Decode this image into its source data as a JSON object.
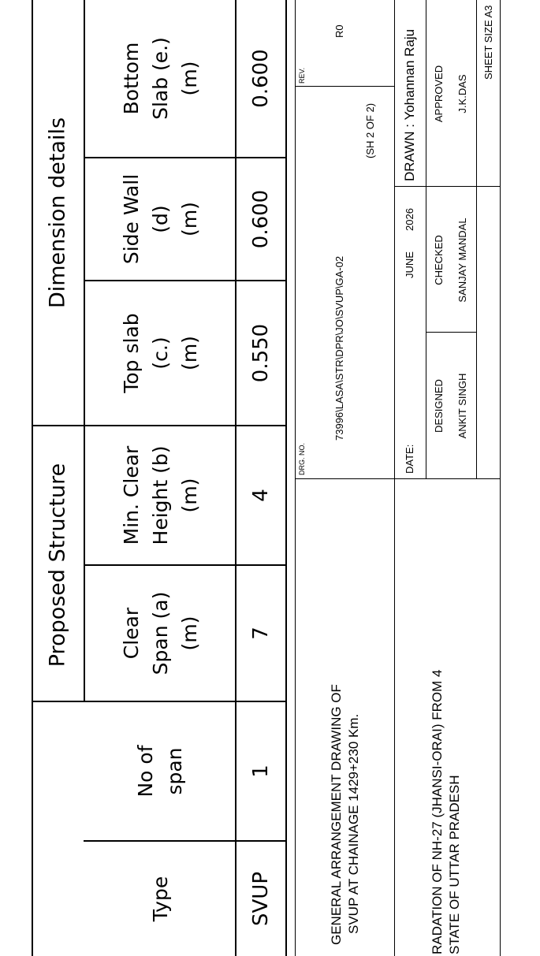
{
  "table": {
    "group_headers": {
      "proposed": "Proposed Structure",
      "dimension": "Dimension details"
    },
    "columns": [
      {
        "lines": [
          "Type"
        ]
      },
      {
        "lines": [
          "No of",
          "span"
        ]
      },
      {
        "lines": [
          "Clear",
          "Span (a)",
          "(m)"
        ]
      },
      {
        "lines": [
          "Min. Clear",
          "Height (b)",
          "(m)"
        ]
      },
      {
        "lines": [
          "Top slab",
          "(c.)",
          "(m)"
        ]
      },
      {
        "lines": [
          "Side Wall",
          "(d)",
          "(m)"
        ]
      },
      {
        "lines": [
          "Bottom",
          "Slab (e.)",
          "(m)"
        ]
      }
    ],
    "row": [
      "SVUP",
      "1",
      "7",
      "4",
      "0.550",
      "0.600",
      "0.600"
    ]
  },
  "title_block": {
    "drawing_title_1": "GENERAL ARRANGEMENT DRAWING OF",
    "drawing_title_2": "SVUP  AT CHAINAGE 1429+230 Km.",
    "project_1": "RADATION OF NH-27 (JHANSI-ORAI) FROM 4",
    "project_2": "STATE OF UTTAR PRADESH",
    "drg_no_label": "DRG. NO.",
    "drg_no": "73996\\LASA\\STR\\DPR\\JO\\SVUP\\GA-02",
    "sheet": "(SH 2 OF 2)",
    "rev_label": "REV.",
    "rev": "R0",
    "date_label": "DATE:",
    "date_month": "JUNE",
    "date_year": "2026",
    "drawn": "DRAWN : Yohannan Raju",
    "designed_label": "DESIGNED",
    "designed_by": "ANKIT SINGH",
    "checked_label": "CHECKED",
    "checked_by": "SANJAY MANDAL",
    "approved_label": "APPROVED",
    "approved_by": "J.K.DAS",
    "sheet_size": "SHEET SIZE A3"
  }
}
